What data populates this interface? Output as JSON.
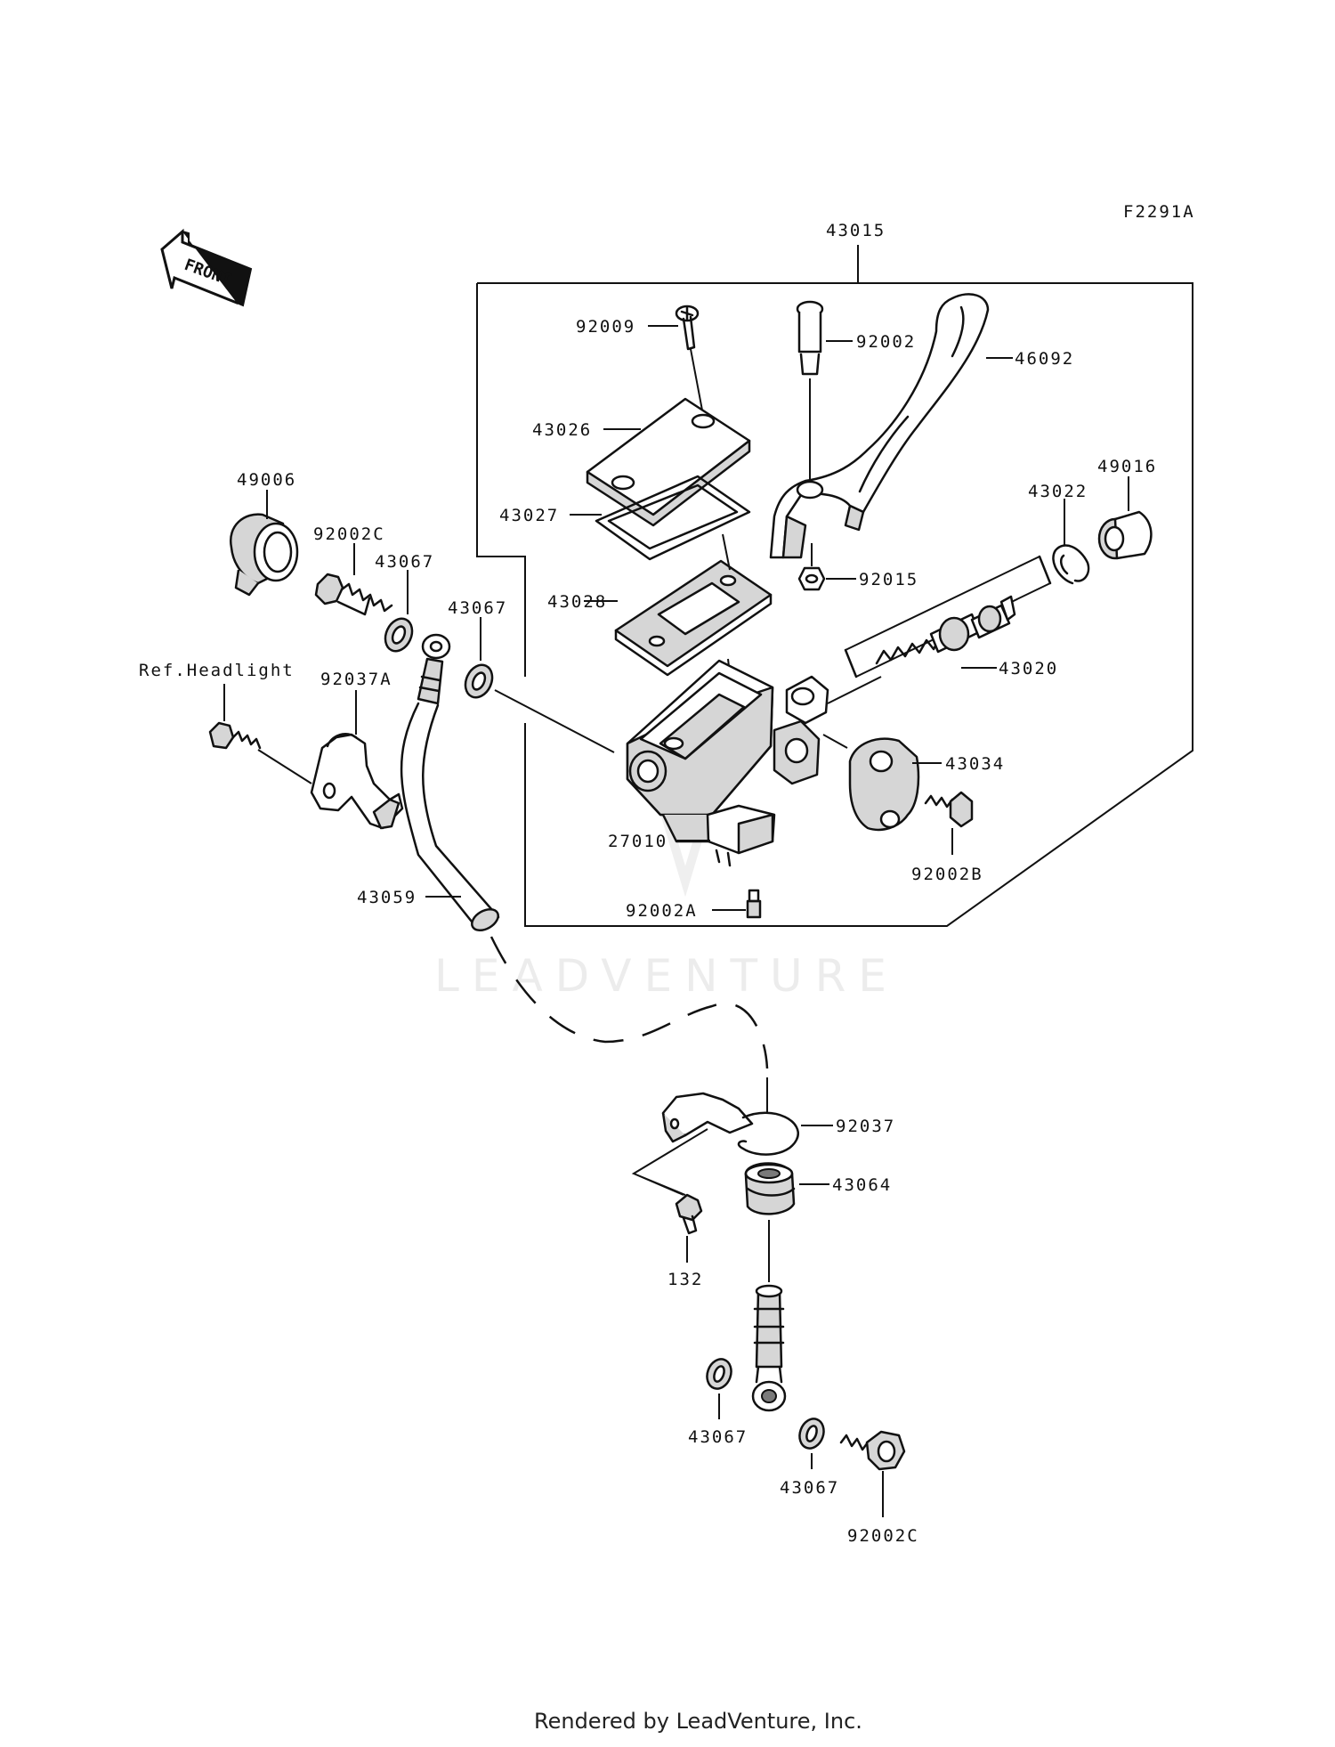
{
  "figure_code": "F2291A",
  "front_label": "FRONT",
  "watermark": "LEADVENTURE",
  "footer": "Rendered by LeadVenture, Inc.",
  "ref_note": "Ref.Headlight",
  "parts": {
    "p43015": "43015",
    "p92009": "92009",
    "p92002": "92002",
    "p46092": "46092",
    "p43026": "43026",
    "p43027": "43027",
    "p43028": "43028",
    "p92015": "92015",
    "p43022": "43022",
    "p49016": "49016",
    "p43020": "43020",
    "p43034": "43034",
    "p92002B": "92002B",
    "p27010": "27010",
    "p92002A": "92002A",
    "p49006": "49006",
    "p92002C_top": "92002C",
    "p43067_a": "43067",
    "p43067_b": "43067",
    "p92037A": "92037A",
    "p43059": "43059",
    "p92037": "92037",
    "p43064": "43064",
    "p132": "132",
    "p43067_c": "43067",
    "p43067_d": "43067",
    "p92002C_bottom": "92002C"
  }
}
